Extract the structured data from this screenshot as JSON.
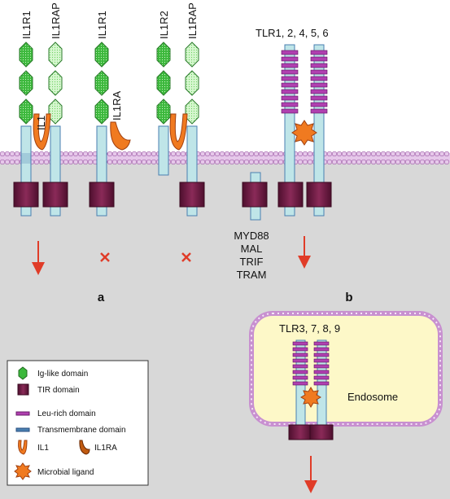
{
  "receptors": {
    "il1r1_a": "IL1R1",
    "il1rap_a": "IL1RAP",
    "il1r1_b": "IL1R1",
    "il1r2": "IL1R2",
    "il1rap_b": "IL1RAP",
    "tlr_surface": "TLR1, 2, 4, 5, 6",
    "tlr_endosome": "TLR3, 7, 8, 9"
  },
  "ligand_labels": {
    "il1": "IL1",
    "il1ra": "IL1RA"
  },
  "adaptors": {
    "myd88": "MYD88",
    "mal": "MAL",
    "trif": "TRIF",
    "tram": "TRAM"
  },
  "panels": {
    "a": "a",
    "b": "b"
  },
  "compartment": {
    "endosome": "Endosome"
  },
  "legend": {
    "items": [
      {
        "label": "Ig-like domain",
        "icon": "hexagon-icon",
        "color": "#3cb83c"
      },
      {
        "label": "TIR domain",
        "icon": "square-icon",
        "color": "#6e1a44"
      },
      {
        "label": "Leu-rich domain",
        "icon": "bar-icon",
        "color": "#b040b0"
      },
      {
        "label": "Transmembrane domain",
        "icon": "bar-icon",
        "color": "#4a7fb0"
      },
      {
        "label": "IL1",
        "icon": "il1-icon",
        "color": "#f07a20"
      },
      {
        "label": "IL1RA",
        "icon": "il1ra-icon",
        "color": "#c05a10"
      },
      {
        "label": "Microbial ligand",
        "icon": "star-icon",
        "color": "#f07a20"
      }
    ]
  },
  "colors": {
    "cytoplasm": "#d8d8d8",
    "membrane": "#dcb8e0",
    "stalk": "#bfe5e8",
    "ig_green": "#3cb83c",
    "ig_light": "#c8f0c0",
    "tir": "#6e1a44",
    "leu": "#b040b0",
    "arrow": "#e03c28",
    "endosome_fill": "#fdf8c8"
  }
}
